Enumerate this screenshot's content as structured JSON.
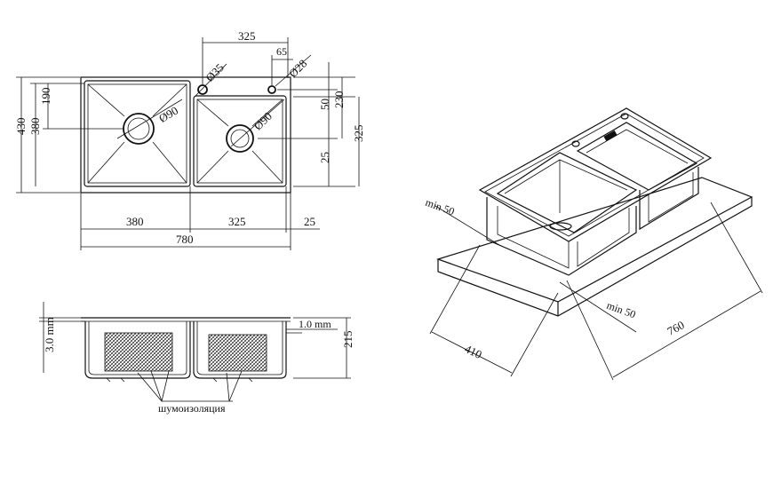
{
  "top_view": {
    "dims": {
      "top_325": "325",
      "top_65": "65",
      "d35": "Ø35",
      "d28": "Ø28",
      "d90_left": "Ø90",
      "d90_right": "Ø90",
      "left_430": "430",
      "left_380": "380",
      "left_190": "190",
      "right_50": "50",
      "right_230": "230",
      "right_325": "325",
      "right_25": "25",
      "bottom_380": "380",
      "bottom_325": "325",
      "bottom_25": "25",
      "bottom_780": "780"
    }
  },
  "section_view": {
    "dims": {
      "thickness": "3.0 mm",
      "wall": "1.0 mm",
      "height": "215"
    },
    "label": "шумоизоляция"
  },
  "iso_view": {
    "dims": {
      "min50_top": "min 50",
      "min50_bottom": "min 50",
      "depth": "410",
      "width": "760"
    }
  }
}
